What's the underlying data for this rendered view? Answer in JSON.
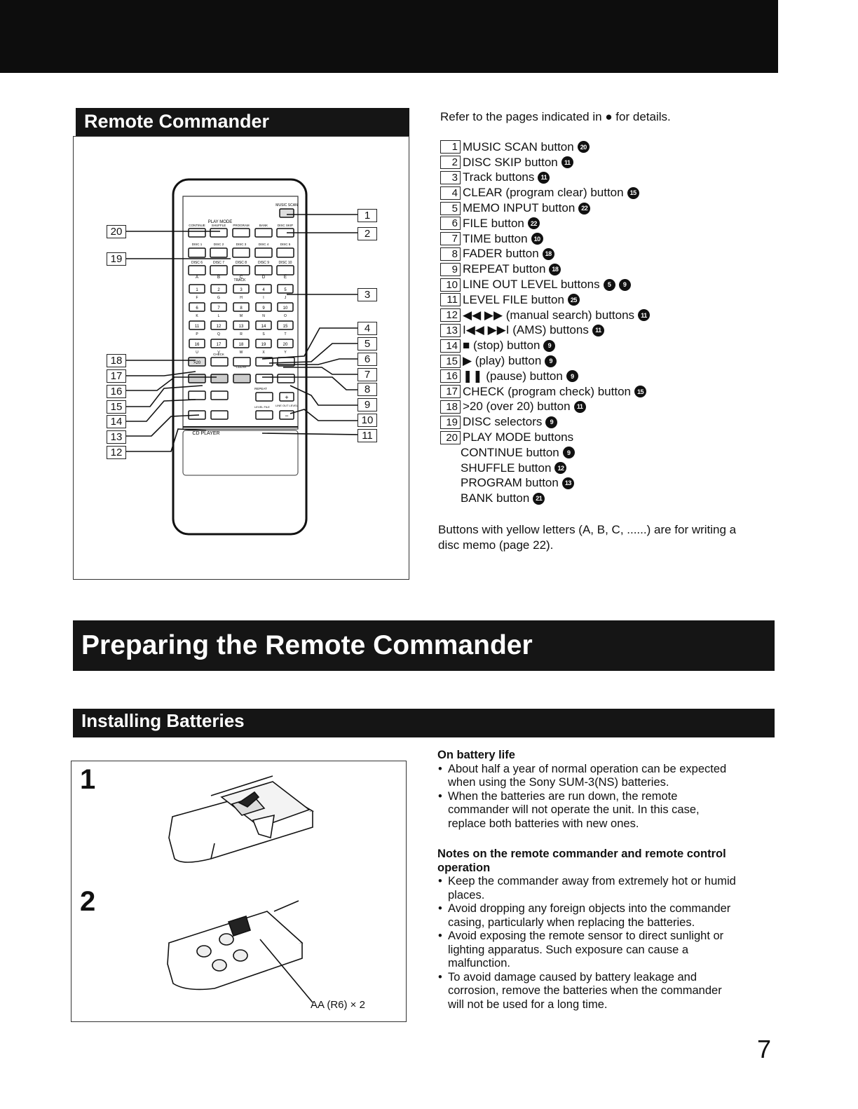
{
  "remote_section": {
    "title": "Remote Commander",
    "intro": "Refer to the pages indicated in ● for details.",
    "footer_note_line1": "Buttons with yellow letters (A, B, C, ......) are for writing a",
    "footer_note_line2": "disc memo (page 22)."
  },
  "legend": [
    {
      "num": "1",
      "text": "MUSIC SCAN button",
      "page": "20"
    },
    {
      "num": "2",
      "text": "DISC SKIP button",
      "page": "11"
    },
    {
      "num": "3",
      "text": "Track buttons",
      "page": "11"
    },
    {
      "num": "4",
      "text": "CLEAR (program clear) button",
      "page": "15"
    },
    {
      "num": "5",
      "text": "MEMO INPUT button",
      "page": "22"
    },
    {
      "num": "6",
      "text": "FILE button",
      "page": "22"
    },
    {
      "num": "7",
      "text": "TIME button",
      "page": "10"
    },
    {
      "num": "8",
      "text": "FADER button",
      "page": "18"
    },
    {
      "num": "9",
      "text": "REPEAT button",
      "page": "18"
    },
    {
      "num": "10",
      "text": "LINE OUT LEVEL buttons",
      "page": "5 9"
    },
    {
      "num": "11",
      "text": "LEVEL FILE button",
      "page": "25"
    },
    {
      "num": "12",
      "text": "◀◀ ▶▶ (manual search) buttons",
      "page": "11"
    },
    {
      "num": "13",
      "text": "I◀◀ ▶▶I (AMS) buttons",
      "page": "11"
    },
    {
      "num": "14",
      "text": "■ (stop) button",
      "page": "9"
    },
    {
      "num": "15",
      "text": "▶ (play) button",
      "page": "9"
    },
    {
      "num": "16",
      "text": "❚❚ (pause) button",
      "page": "9"
    },
    {
      "num": "17",
      "text": "CHECK (program check) button",
      "page": "15"
    },
    {
      "num": "18",
      "text": ">20 (over 20) button",
      "page": "11"
    },
    {
      "num": "19",
      "text": "DISC selectors",
      "page": "9"
    },
    {
      "num": "20",
      "text": "PLAY MODE buttons",
      "page": ""
    }
  ],
  "legend_sub": [
    {
      "text": "CONTINUE button",
      "page": "9"
    },
    {
      "text": "SHUFFLE button",
      "page": "12"
    },
    {
      "text": "PROGRAM button",
      "page": "13"
    },
    {
      "text": "BANK button",
      "page": "21"
    }
  ],
  "remote_labels": {
    "music_scan": "MUSIC SCAN",
    "play_mode": "PLAY MODE",
    "mode_buttons": [
      "CONTINUE",
      "SHUFFLE",
      "PROGRAM",
      "BANK"
    ],
    "disc_skip": "DISC SKIP",
    "disc_row1": [
      "DISC 1",
      "DISC 2",
      "DISC 3",
      "DISC 4",
      "DISC 5"
    ],
    "disc_row2": [
      "DISC 6",
      "DISC 7",
      "DISC 8",
      "DISC 9",
      "DISC 10"
    ],
    "track": "TRACK",
    "letters_top": [
      "A",
      "B",
      "C",
      "D",
      "E"
    ],
    "nums_row1": [
      "1",
      "2",
      "3",
      "4",
      "5"
    ],
    "letters_row1": [
      "F",
      "G",
      "H",
      "I",
      "J"
    ],
    "nums_row2": [
      "6",
      "7",
      "8",
      "9",
      "10"
    ],
    "letters_row2": [
      "K",
      "L",
      "M",
      "N",
      "O"
    ],
    "nums_row3": [
      "11",
      "12",
      "13",
      "14",
      "15"
    ],
    "letters_row3": [
      "P",
      "Q",
      "R",
      "S",
      "T"
    ],
    "nums_row4": [
      "16",
      "17",
      "18",
      "19",
      "20"
    ],
    "letters_row4": [
      "U",
      "V",
      "W",
      "X",
      "Y"
    ],
    "check": "CHECK",
    "clear": "CLEAR",
    "over20": ">20",
    "repeat": "REPEAT",
    "level_file": "LEVEL FILE",
    "line_out_level": "LINE OUT LEVEL",
    "plus": "+",
    "minus": "−",
    "cd_player": "CD PLAYER"
  },
  "callouts_left": [
    "20",
    "19",
    "18",
    "17",
    "16",
    "15",
    "14",
    "13",
    "12"
  ],
  "callouts_right": [
    "1",
    "2",
    "3",
    "4",
    "5",
    "6",
    "7",
    "8",
    "9",
    "10",
    "11"
  ],
  "preparing": {
    "title": "Preparing the Remote Commander"
  },
  "batteries": {
    "title": "Installing Batteries",
    "step1": "1",
    "step2": "2",
    "battery_label": "AA (R6) × 2"
  },
  "battery_life": {
    "heading": "On battery life",
    "items": [
      [
        "About half a year of normal operation can be expected",
        "when using the Sony SUM-3(NS) batteries."
      ],
      [
        "When the batteries are run down, the remote",
        "commander will not operate the unit. In this case,",
        "replace both batteries with new ones."
      ]
    ]
  },
  "remote_notes": {
    "heading_line1": "Notes on the remote commander and remote control",
    "heading_line2": "operation",
    "items": [
      [
        "Keep the commander away from extremely hot or humid",
        "places."
      ],
      [
        "Avoid dropping any foreign objects into the commander",
        "casing, particularly when replacing the batteries."
      ],
      [
        "Avoid exposing the remote sensor to direct sunlight or",
        "lighting apparatus. Such exposure can cause a",
        "malfunction."
      ],
      [
        "To avoid damage caused by battery leakage and",
        "corrosion, remove the batteries when the commander",
        "will not be used for a long time."
      ]
    ]
  },
  "page_number": "7"
}
